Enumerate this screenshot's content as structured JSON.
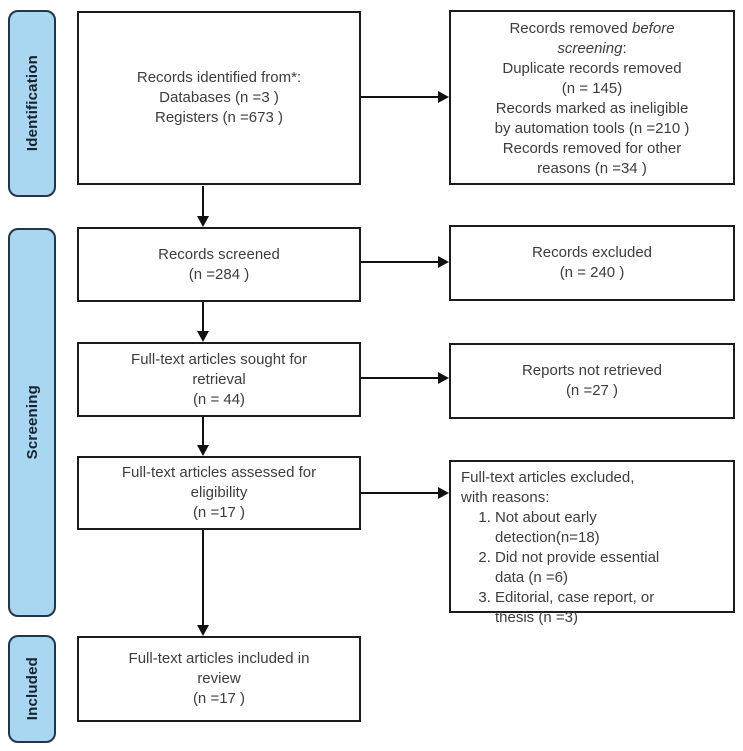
{
  "diagram": {
    "type": "prisma-flow",
    "stages": [
      {
        "label": "Identification"
      },
      {
        "label": "Screening"
      },
      {
        "label": "Included"
      }
    ],
    "boxes": {
      "identified": {
        "lines": [
          "Records identified from*:",
          "Databases (n =3 )",
          "Registers (n =673 )"
        ]
      },
      "removed": {
        "l1_normal": "Records removed ",
        "l1_italic": "before",
        "l2_italic": "screening",
        "l2_normal": ":",
        "lines": [
          "Duplicate records removed",
          "(n = 145)",
          "Records marked as ineligible",
          "by automation tools (n =210 )",
          "Records removed for other",
          "reasons (n =34 )"
        ]
      },
      "screened": {
        "lines": [
          "Records screened",
          "(n =284 )"
        ]
      },
      "excluded": {
        "lines": [
          "Records excluded",
          "(n = 240 )"
        ]
      },
      "sought": {
        "lines": [
          "Full-text articles sought for",
          "retrieval",
          "(n = 44)"
        ]
      },
      "not_retrieved": {
        "lines": [
          "Reports not retrieved",
          "(n =27 )"
        ]
      },
      "assessed": {
        "lines": [
          "Full-text articles assessed for",
          "eligibility",
          "(n =17 )"
        ]
      },
      "ft_excluded": {
        "header_lines": [
          "Full-text articles excluded,",
          "with reasons:"
        ],
        "items": [
          "Not about early detection(n=18)",
          "Did not provide essential data (n =6)",
          "Editorial, case report, or thesis (n =3)"
        ]
      },
      "included": {
        "lines": [
          "Full-text articles included in",
          "review",
          "(n =17 )"
        ]
      }
    },
    "colors": {
      "stage_fill": "#a9d6f1",
      "stage_border": "#22384a",
      "box_border": "#1c1c1c",
      "arrow": "#111111",
      "text": "#3d3d3d"
    }
  }
}
